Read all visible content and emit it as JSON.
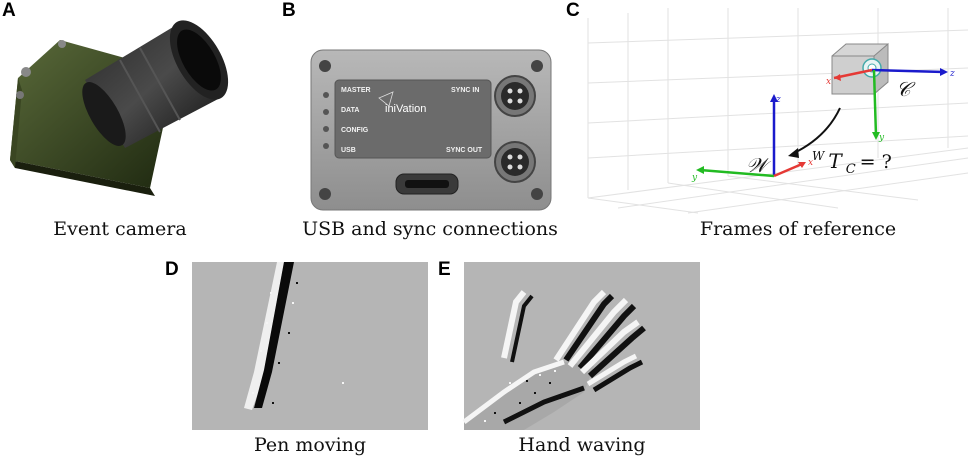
{
  "panels": {
    "A": {
      "letter": "A",
      "caption": "Event camera"
    },
    "B": {
      "letter": "B",
      "caption": "USB and sync connections",
      "labels": {
        "master": "MASTER",
        "data": "DATA",
        "config": "CONFIG",
        "usb": "USB",
        "sync_in": "SYNC IN",
        "sync_out": "SYNC OUT",
        "brand": "iniVation"
      }
    },
    "C": {
      "letter": "C",
      "caption": "Frames of reference",
      "camera_frame_label": "𝒞",
      "world_frame_label": "𝒲",
      "transform_base": "T",
      "transform_superscript": "W",
      "transform_subscript": "C",
      "transform_suffix": "= ?",
      "axis_labels": {
        "x": "x",
        "y": "y",
        "z": "z"
      },
      "axis_colors": {
        "x": "#e53935",
        "y": "#22bb22",
        "z": "#1a1acc"
      }
    },
    "D": {
      "letter": "D",
      "caption": "Pen moving"
    },
    "E": {
      "letter": "E",
      "caption": "Hand waving"
    }
  }
}
